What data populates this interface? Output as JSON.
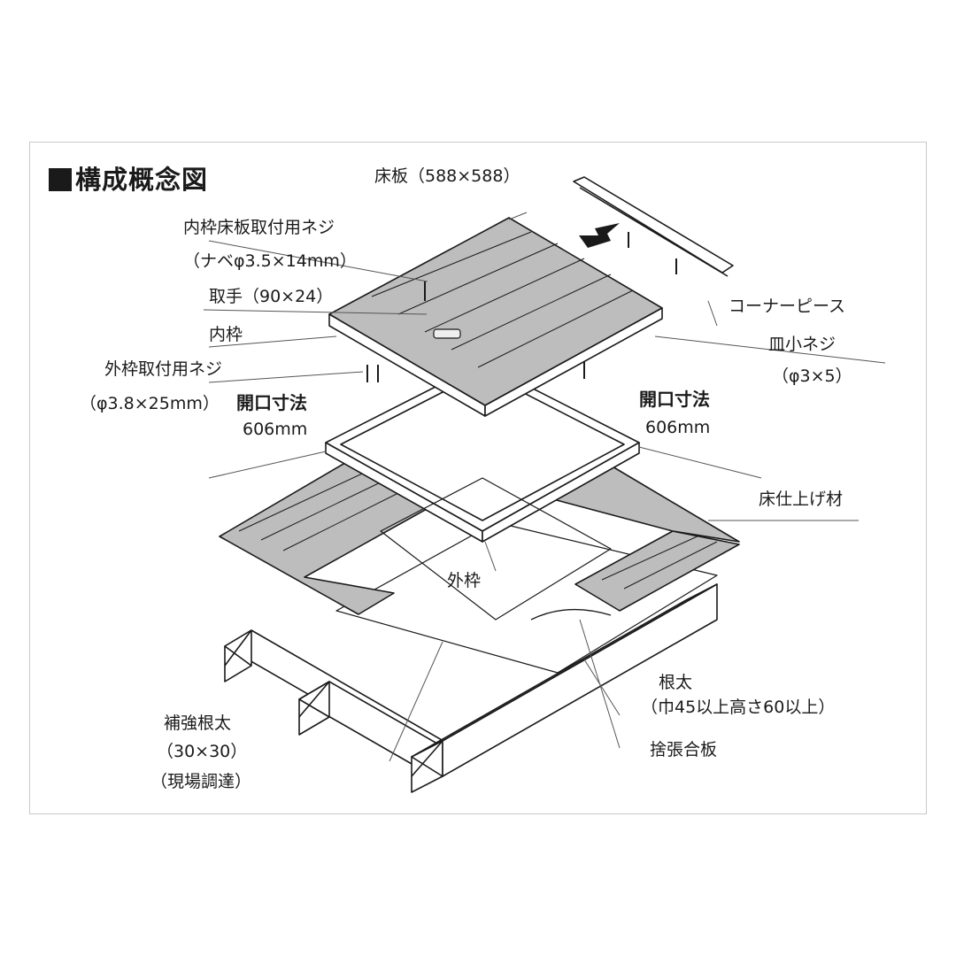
{
  "title": "構成概念図",
  "labels": {
    "floor_board": "床板（588×588）",
    "inner_screw_name": "内枠床板取付用ネジ",
    "inner_screw_spec": "（ナベφ3.5×14mm）",
    "handle": "取手（90×24）",
    "inner_frame": "内枠",
    "outer_screw_name": "外枠取付用ネジ",
    "outer_screw_spec": "（φ3.8×25mm）",
    "opening_left_title": "開口寸法",
    "opening_left_value": "606mm",
    "opening_right_title": "開口寸法",
    "opening_right_value": "606mm",
    "corner_piece": "コーナーピース",
    "countersunk_screw": "皿小ネジ",
    "countersunk_spec": "（φ3×5）",
    "floor_finish": "床仕上げ材",
    "outer_frame": "外枠",
    "joist": "根太",
    "joist_spec": "（巾45以上高さ60以上）",
    "reinforce_joist": "補強根太",
    "reinforce_size": "（30×30）",
    "reinforce_note": "（現場調達）",
    "subfloor_plywood": "捨張合板"
  },
  "colors": {
    "line": "#1a1a1a",
    "board_fill": "#bdbdbd",
    "frame_fill": "#ffffff",
    "leader": "#555555",
    "border": "#c9c9c9"
  }
}
